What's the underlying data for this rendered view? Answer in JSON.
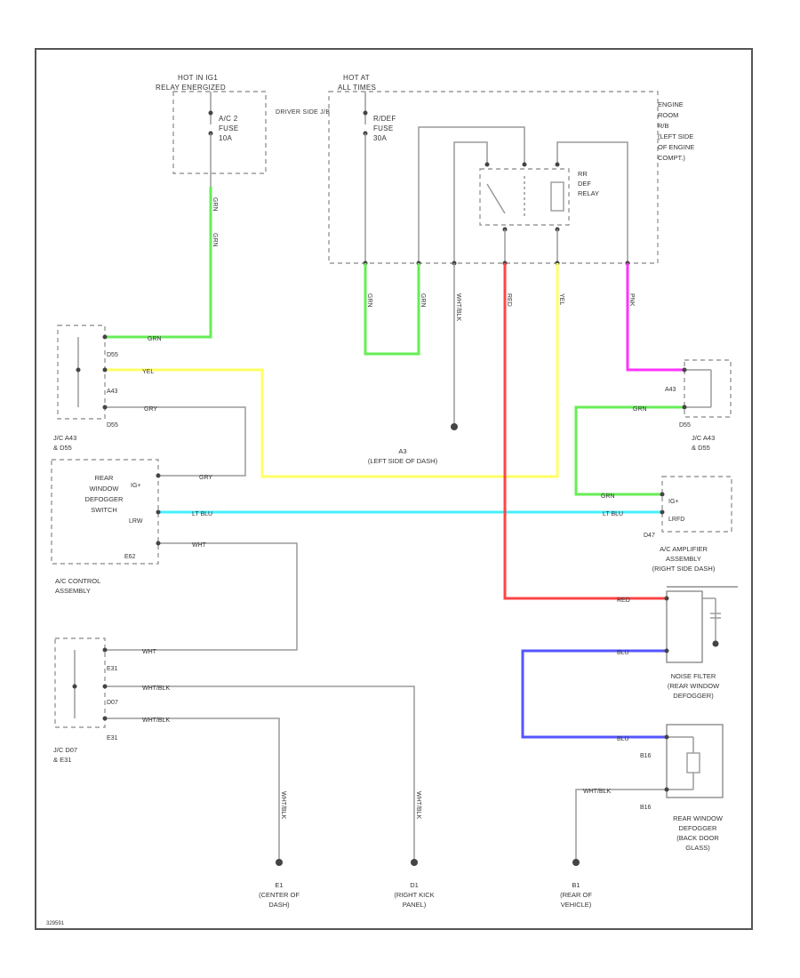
{
  "colors": {
    "green": "#66ee55",
    "yellow": "#ffff66",
    "cyan": "#44f0ff",
    "magenta": "#ff33ff",
    "red": "#ff4444",
    "blue": "#5555ff",
    "white": "#cccccc",
    "ground": "#333333"
  },
  "labels": {
    "hot_ig1": "HOT IN IG1",
    "relay_energized": "RELAY ENERGIZED",
    "fuse_ac2": "A/C 2",
    "fuse_word": "FUSE",
    "fuse_ac2_amp": "10A",
    "junction_block": "DRIVER SIDE J/B",
    "hot_all": "HOT AT",
    "all_times": "ALL TIMES",
    "fuse_rdef": "R/DEF",
    "fuse_rdef_amp": "30A",
    "engine_room": "ENGINE\nROOM\nR/B\n(LEFT SIDE\nOF ENGINE\nCOMPT.)",
    "relay": "RR\nDEF\nRELAY",
    "jc_a43_left": "J/C A43\n& D55",
    "jc_a43_right": "J/C A43\n& D55",
    "switch": "REAR\nWINDOW\nDEFOGGER\nSWITCH",
    "ac_control": "A/C CONTROL\nASSEMBLY",
    "jc_d07": "J/C D07\n& E31",
    "a3": "A3\n(LEFT SIDE OF DASH)",
    "ac_amplifier": "A/C AMPLIFIER\nASSEMBLY\n(RIGHT SIDE DASH)",
    "noise_filter": "NOISE FILTER\n(REAR WINDOW\nDEFOGGER)",
    "defogger": "REAR WINDOW\nDEFOGGER\n(BACK DOOR\nGLASS)",
    "e1": "E1\n(CENTER OF\nDASH)",
    "d1": "D1\n(RIGHT KICK\nPANEL)",
    "b1": "B1\n(REAR OF\nVEHICLE)",
    "corner": "329591"
  },
  "connectors": {
    "d55": "D55",
    "a43": "A43",
    "e31": "E31",
    "d07": "D07",
    "e31b": "E31",
    "e62": "E62",
    "b16a": "B16",
    "b16b": "B16",
    "d47": "D47",
    "ig": "IG+",
    "lrw": "LRW",
    "lrfd": "LRFD"
  },
  "wires": {
    "grn1": "GRN",
    "grn2": "GRN",
    "grn3": "GRN",
    "grn4": "GRN",
    "grn5": "GRN",
    "grn6": "GRN",
    "grn7": "GRN",
    "yel1": "YEL",
    "yel2": "YEL",
    "gry1": "GRY",
    "gry2": "GRY",
    "ltblu1": "LT BLU",
    "ltblu2": "LT BLU",
    "wht1": "WHT",
    "wht2": "WHT",
    "whtblk1": "WHT/BLK",
    "whtblk2": "WHT/BLK",
    "whtblk3": "WHT/BLK",
    "whtblk4": "WHT/BLK",
    "whtblk5": "WHT/BLK",
    "whtblk6": "WHT/BLK",
    "red1": "RED",
    "red2": "RED",
    "blu1": "BLU",
    "blu2": "BLU",
    "pnk": "PNK"
  }
}
